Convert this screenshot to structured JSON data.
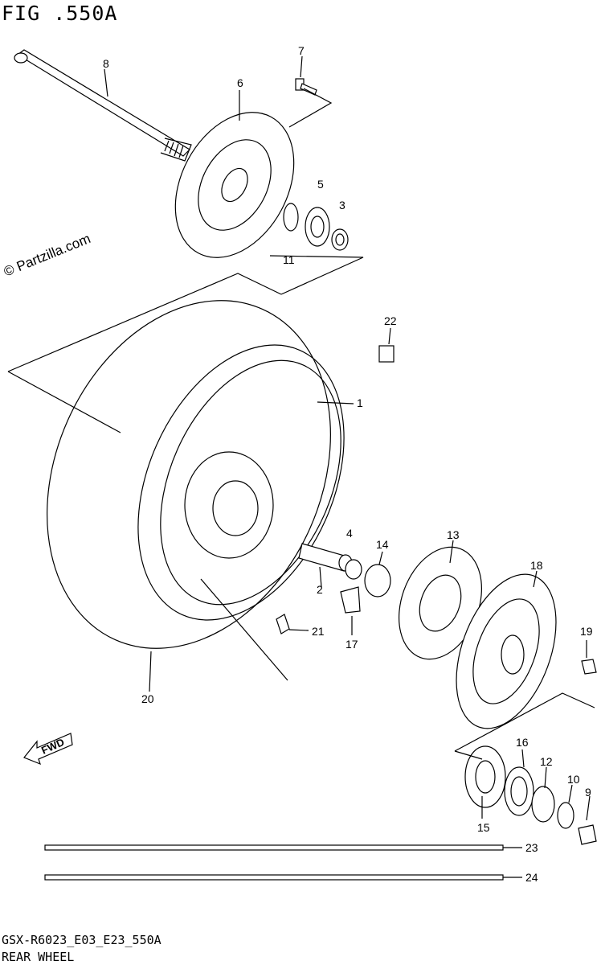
{
  "figure": {
    "title": "FIG .550A",
    "watermark": "© Partzilla.com",
    "model_code": "GSX-R6023_E03_E23_550A",
    "section_name": "REAR WHEEL",
    "forward_label": "FWD"
  },
  "parts": [
    "1",
    "2",
    "3",
    "4",
    "5",
    "6",
    "7",
    "8",
    "9",
    "10",
    "11",
    "12",
    "13",
    "14",
    "15",
    "16",
    "17",
    "18",
    "19",
    "20",
    "21",
    "22",
    "23",
    "24"
  ],
  "colors": {
    "line": "#000000",
    "background": "#ffffff"
  }
}
